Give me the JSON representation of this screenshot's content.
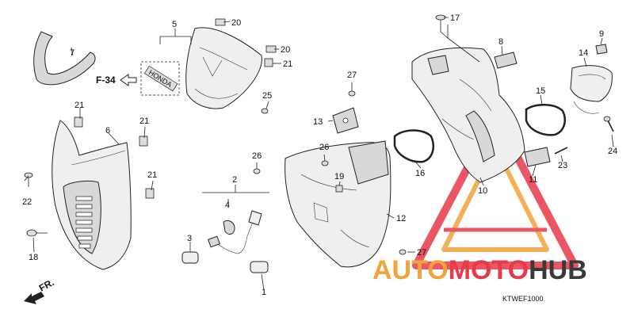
{
  "diagram": {
    "code": "KTWEF1000",
    "reference": "F-34",
    "front_label": "FR.",
    "emblem_text": "HONDA",
    "watermark": {
      "part1": "AUTO",
      "part2": "MOTO",
      "part3": "HUB"
    },
    "colors": {
      "watermark_orange": "#f2a33a",
      "watermark_red": "#e8394a",
      "watermark_dark": "#3a3a3a"
    },
    "callouts": [
      "1",
      "2",
      "3",
      "4",
      "5",
      "6",
      "7",
      "8",
      "9",
      "10",
      "11",
      "12",
      "13",
      "14",
      "15",
      "16",
      "17",
      "18",
      "19",
      "20",
      "20",
      "21",
      "21",
      "21",
      "21",
      "21",
      "22",
      "23",
      "24",
      "25",
      "26",
      "26",
      "27",
      "27",
      "27"
    ]
  }
}
